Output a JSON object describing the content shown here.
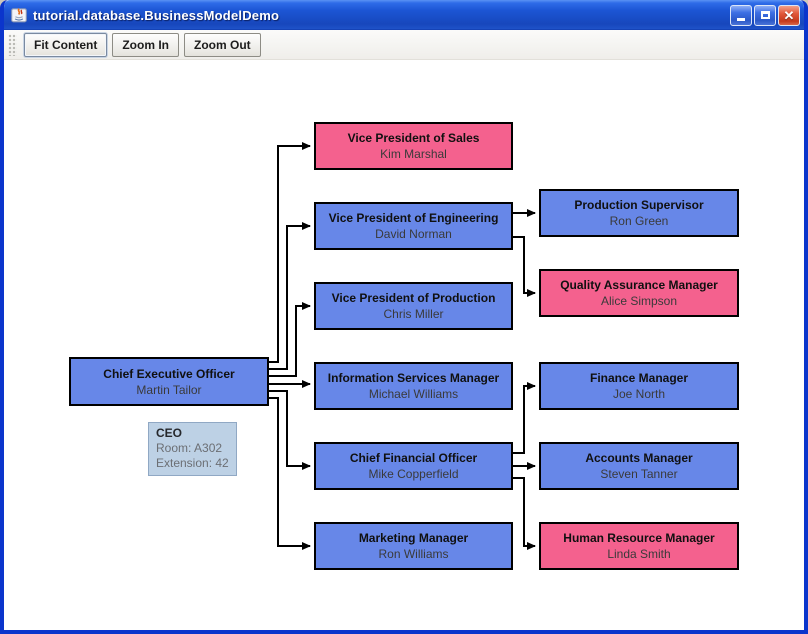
{
  "window": {
    "title": "tutorial.database.BusinessModelDemo",
    "icon": "java-coffee-cup"
  },
  "toolbar": {
    "buttons": [
      {
        "label": "Fit Content"
      },
      {
        "label": "Zoom In"
      },
      {
        "label": "Zoom Out"
      }
    ]
  },
  "diagram": {
    "colors": {
      "node_blue": "#6787E8",
      "node_pink": "#F4618E",
      "tooltip_bg": "#BDD1E5",
      "edge": "#000000"
    },
    "nodes": [
      {
        "id": "ceo",
        "title": "Chief Executive Officer",
        "name": "Martin Tailor",
        "color": "blue"
      },
      {
        "id": "vp-sales",
        "title": "Vice President of Sales",
        "name": "Kim Marshal",
        "color": "pink"
      },
      {
        "id": "vp-engineering",
        "title": "Vice President of Engineering",
        "name": "David Norman",
        "color": "blue"
      },
      {
        "id": "vp-production",
        "title": "Vice President of Production",
        "name": "Chris Miller",
        "color": "blue"
      },
      {
        "id": "info-services-manager",
        "title": "Information Services Manager",
        "name": "Michael Williams",
        "color": "blue"
      },
      {
        "id": "cfo",
        "title": "Chief Financial Officer",
        "name": "Mike Copperfield",
        "color": "blue"
      },
      {
        "id": "marketing-manager",
        "title": "Marketing Manager",
        "name": "Ron Williams",
        "color": "blue"
      },
      {
        "id": "production-supervisor",
        "title": "Production Supervisor",
        "name": "Ron Green",
        "color": "blue"
      },
      {
        "id": "qa-manager",
        "title": "Quality Assurance Manager",
        "name": "Alice Simpson",
        "color": "pink"
      },
      {
        "id": "finance-manager",
        "title": "Finance Manager",
        "name": "Joe North",
        "color": "blue"
      },
      {
        "id": "accounts-manager",
        "title": "Accounts Manager",
        "name": "Steven Tanner",
        "color": "blue"
      },
      {
        "id": "hr-manager",
        "title": "Human Resource Manager",
        "name": "Linda Smith",
        "color": "pink"
      }
    ],
    "edges": [
      {
        "from": "ceo",
        "to": "vp-sales"
      },
      {
        "from": "ceo",
        "to": "vp-engineering"
      },
      {
        "from": "ceo",
        "to": "vp-production"
      },
      {
        "from": "ceo",
        "to": "info-services-manager"
      },
      {
        "from": "ceo",
        "to": "cfo"
      },
      {
        "from": "ceo",
        "to": "marketing-manager"
      },
      {
        "from": "vp-engineering",
        "to": "production-supervisor"
      },
      {
        "from": "vp-engineering",
        "to": "qa-manager"
      },
      {
        "from": "cfo",
        "to": "finance-manager"
      },
      {
        "from": "cfo",
        "to": "accounts-manager"
      },
      {
        "from": "cfo",
        "to": "hr-manager"
      }
    ],
    "tooltip": {
      "title": "CEO",
      "lines": [
        "Room: A302",
        "Extension: 42"
      ]
    }
  }
}
